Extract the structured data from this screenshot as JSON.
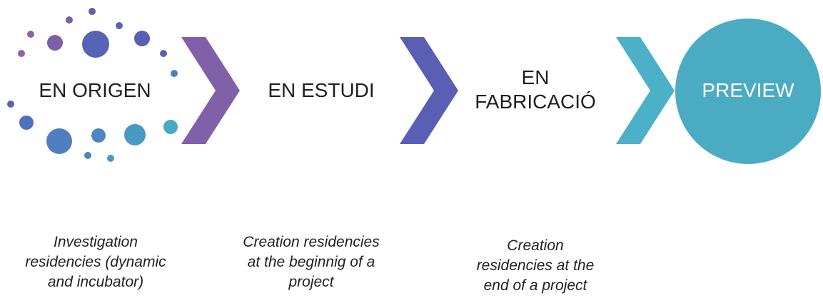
{
  "stages": [
    {
      "label": "EN ORIGEN"
    },
    {
      "label_line1": "EN ESTUDI"
    },
    {
      "label_line1": "EN",
      "label_line2": "FABRICACIÓ"
    },
    {
      "label": "PREVIEW"
    }
  ],
  "descriptions": [
    {
      "line1": "Investigation",
      "line2": "residencies (dynamic",
      "line3": "and incubator)"
    },
    {
      "line1": "Creation residencies",
      "line2": "at the beginnig of a",
      "line3": "project"
    },
    {
      "line1": "Creation",
      "line2": "residencies at the",
      "line3": "end of a project"
    }
  ],
  "colors": {
    "chevron_1": "#8060a8",
    "chevron_2": "#5a5fb5",
    "chevron_3": "#4bb0c8",
    "preview_circle": "#4aabc3",
    "dots_purple": "#7b5fa9",
    "dots_indigo": "#5863b4",
    "dots_blue": "#4f7fbf",
    "dots_teal": "#48a9c3"
  }
}
